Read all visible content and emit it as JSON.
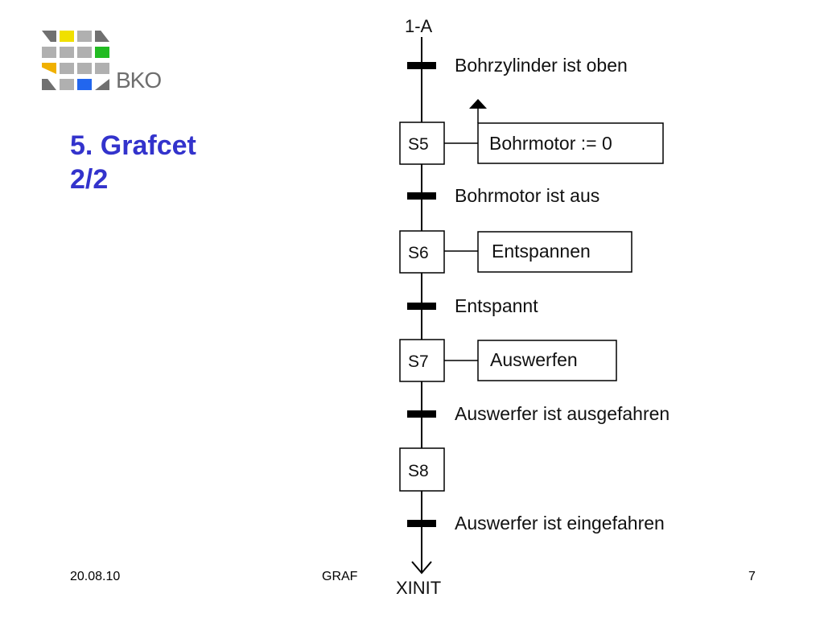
{
  "logo": {
    "text": "BKO",
    "colors": {
      "gray": "#b0b0b0",
      "dark": "#707070",
      "yellow": "#f0e000",
      "green": "#22bb22",
      "blue": "#2266ee",
      "orange": "#f0b000"
    }
  },
  "title": {
    "line1": "5. Grafcet",
    "line2": "2/2"
  },
  "grafcet": {
    "initial_label": "1-A",
    "final_label": "XINIT",
    "transitions": [
      "Bohrzylinder ist oben",
      "Bohrmotor ist aus",
      "Entspannt",
      "Auswerfer ist ausgefahren",
      "Auswerfer ist eingefahren"
    ],
    "steps": [
      {
        "id": "S5",
        "action": "Bohrmotor := 0"
      },
      {
        "id": "S6",
        "action": "Entspannen"
      },
      {
        "id": "S7",
        "action": "Auswerfen"
      },
      {
        "id": "S8",
        "action": ""
      }
    ]
  },
  "footer": {
    "date": "20.08.10",
    "middle": "GRAF",
    "page": "7"
  }
}
